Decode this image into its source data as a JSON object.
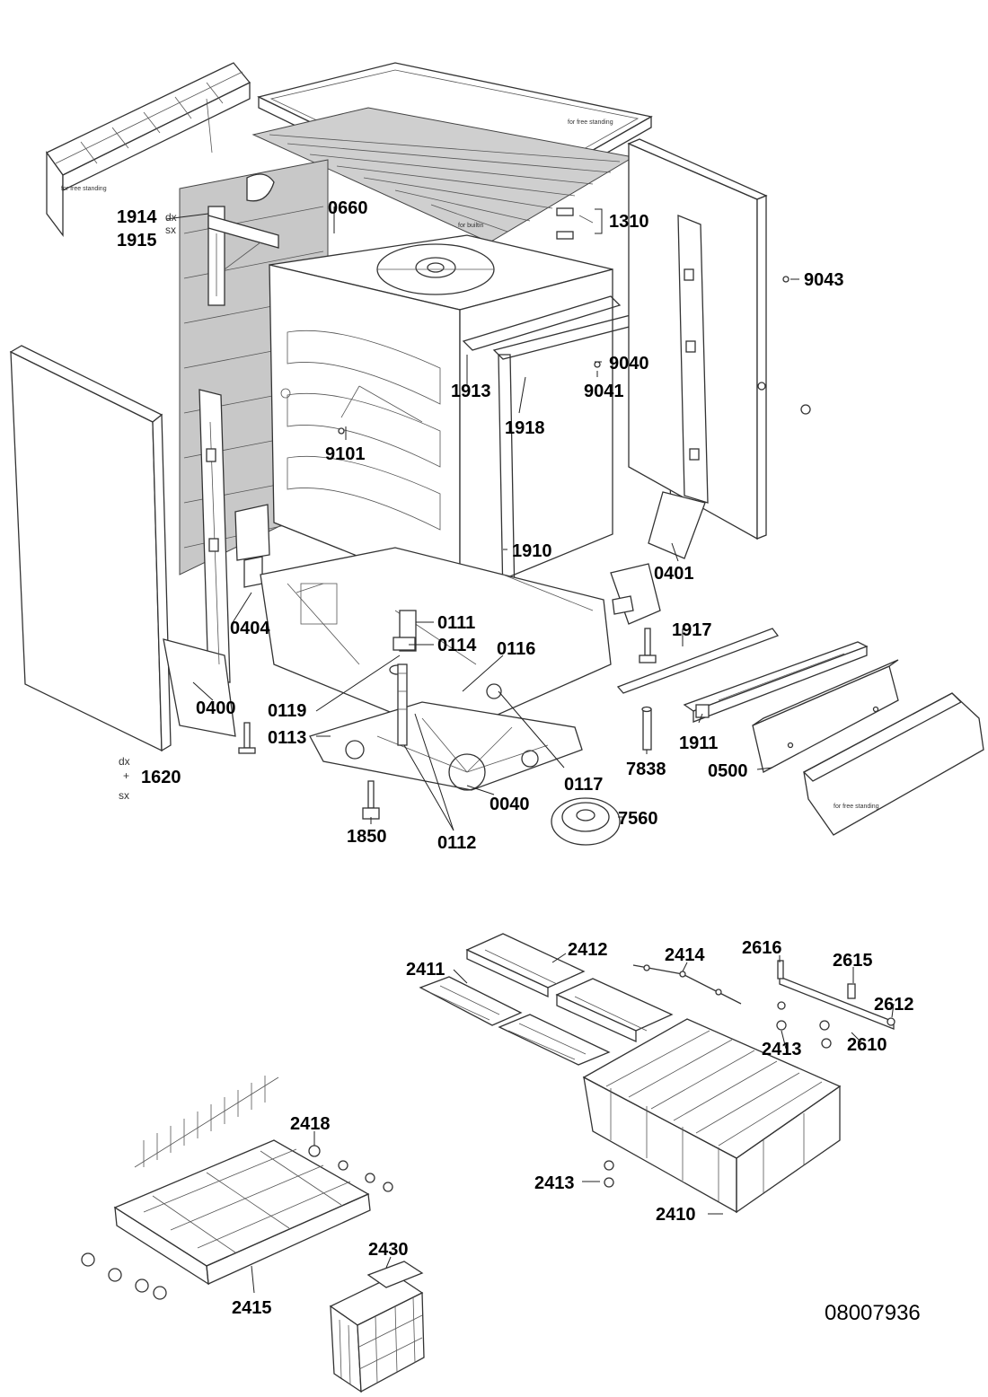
{
  "parts": {
    "p1914": "1914",
    "p1915": "1915",
    "p0660": "0660",
    "p1310": "1310",
    "p9043": "9043",
    "p9040": "9040",
    "p9041": "9041",
    "p1913": "1913",
    "p1918": "1918",
    "p9101": "9101",
    "p1910": "1910",
    "p0401": "0401",
    "p0404": "0404",
    "p0111": "0111",
    "p0114": "0114",
    "p0116": "0116",
    "p1917": "1917",
    "p0400": "0400",
    "p0119": "0119",
    "p0113": "0113",
    "p1911": "1911",
    "p7838": "7838",
    "p0500": "0500",
    "p0117": "0117",
    "p1620": "1620",
    "p0040": "0040",
    "p7560": "7560",
    "p1850": "1850",
    "p0112": "0112",
    "p2412": "2412",
    "p2414": "2414",
    "p2616": "2616",
    "p2615": "2615",
    "p2411": "2411",
    "p2612": "2612",
    "p2413a": "2413",
    "p2610": "2610",
    "p2418": "2418",
    "p2413b": "2413",
    "p2410": "2410",
    "p2430": "2430",
    "p2415": "2415"
  },
  "side_marks": {
    "dx_top": "dx",
    "sx_top": "sx",
    "dx_bottom": "dx",
    "sx_bottom": "sx",
    "plus": "+"
  },
  "notes": {
    "free_standing_top": "for free standing",
    "free_standing_left": "for free standing",
    "built_in": "for builtin",
    "free_standing_plinth": "for free standing"
  },
  "document_id": "08007936"
}
